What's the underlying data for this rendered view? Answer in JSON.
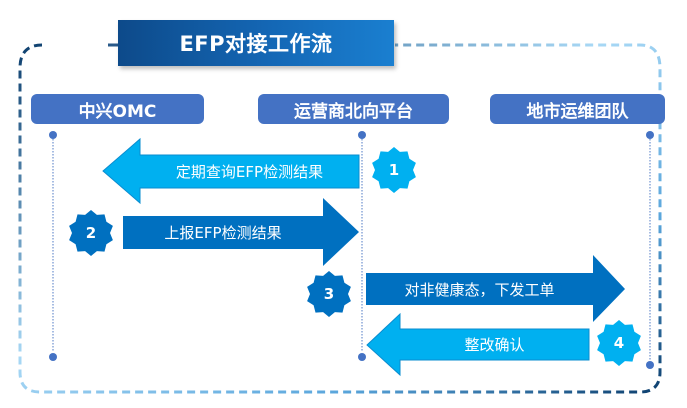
{
  "title": "EFP对接工作流",
  "title_icon": "swap-arrows-icon",
  "lanes": [
    {
      "label": "中兴OMC"
    },
    {
      "label": "运营商北向平台"
    },
    {
      "label": "地市运维团队"
    }
  ],
  "steps": [
    {
      "number": "1",
      "label": "定期查询EFP检测结果",
      "direction": "left",
      "from": "运营商北向平台",
      "to": "中兴OMC"
    },
    {
      "number": "2",
      "label": "上报EFP检测结果",
      "direction": "right",
      "from": "中兴OMC",
      "to": "运营商北向平台"
    },
    {
      "number": "3",
      "label": "对非健康态，下发工单",
      "direction": "right",
      "from": "运营商北向平台",
      "to": "地市运维团队"
    },
    {
      "number": "4",
      "label": "整改确认",
      "direction": "left",
      "from": "地市运维团队",
      "to": "运营商北向平台"
    }
  ],
  "colors": {
    "lane_header": "#4472c4",
    "arrow_light": "#00b0f0",
    "arrow_dark": "#0070c0",
    "title_bar": "#1467b5",
    "title_icon": "#3fd0f5",
    "frame_dark": "#0d3f6e",
    "frame_light": "#9fd3f2"
  }
}
